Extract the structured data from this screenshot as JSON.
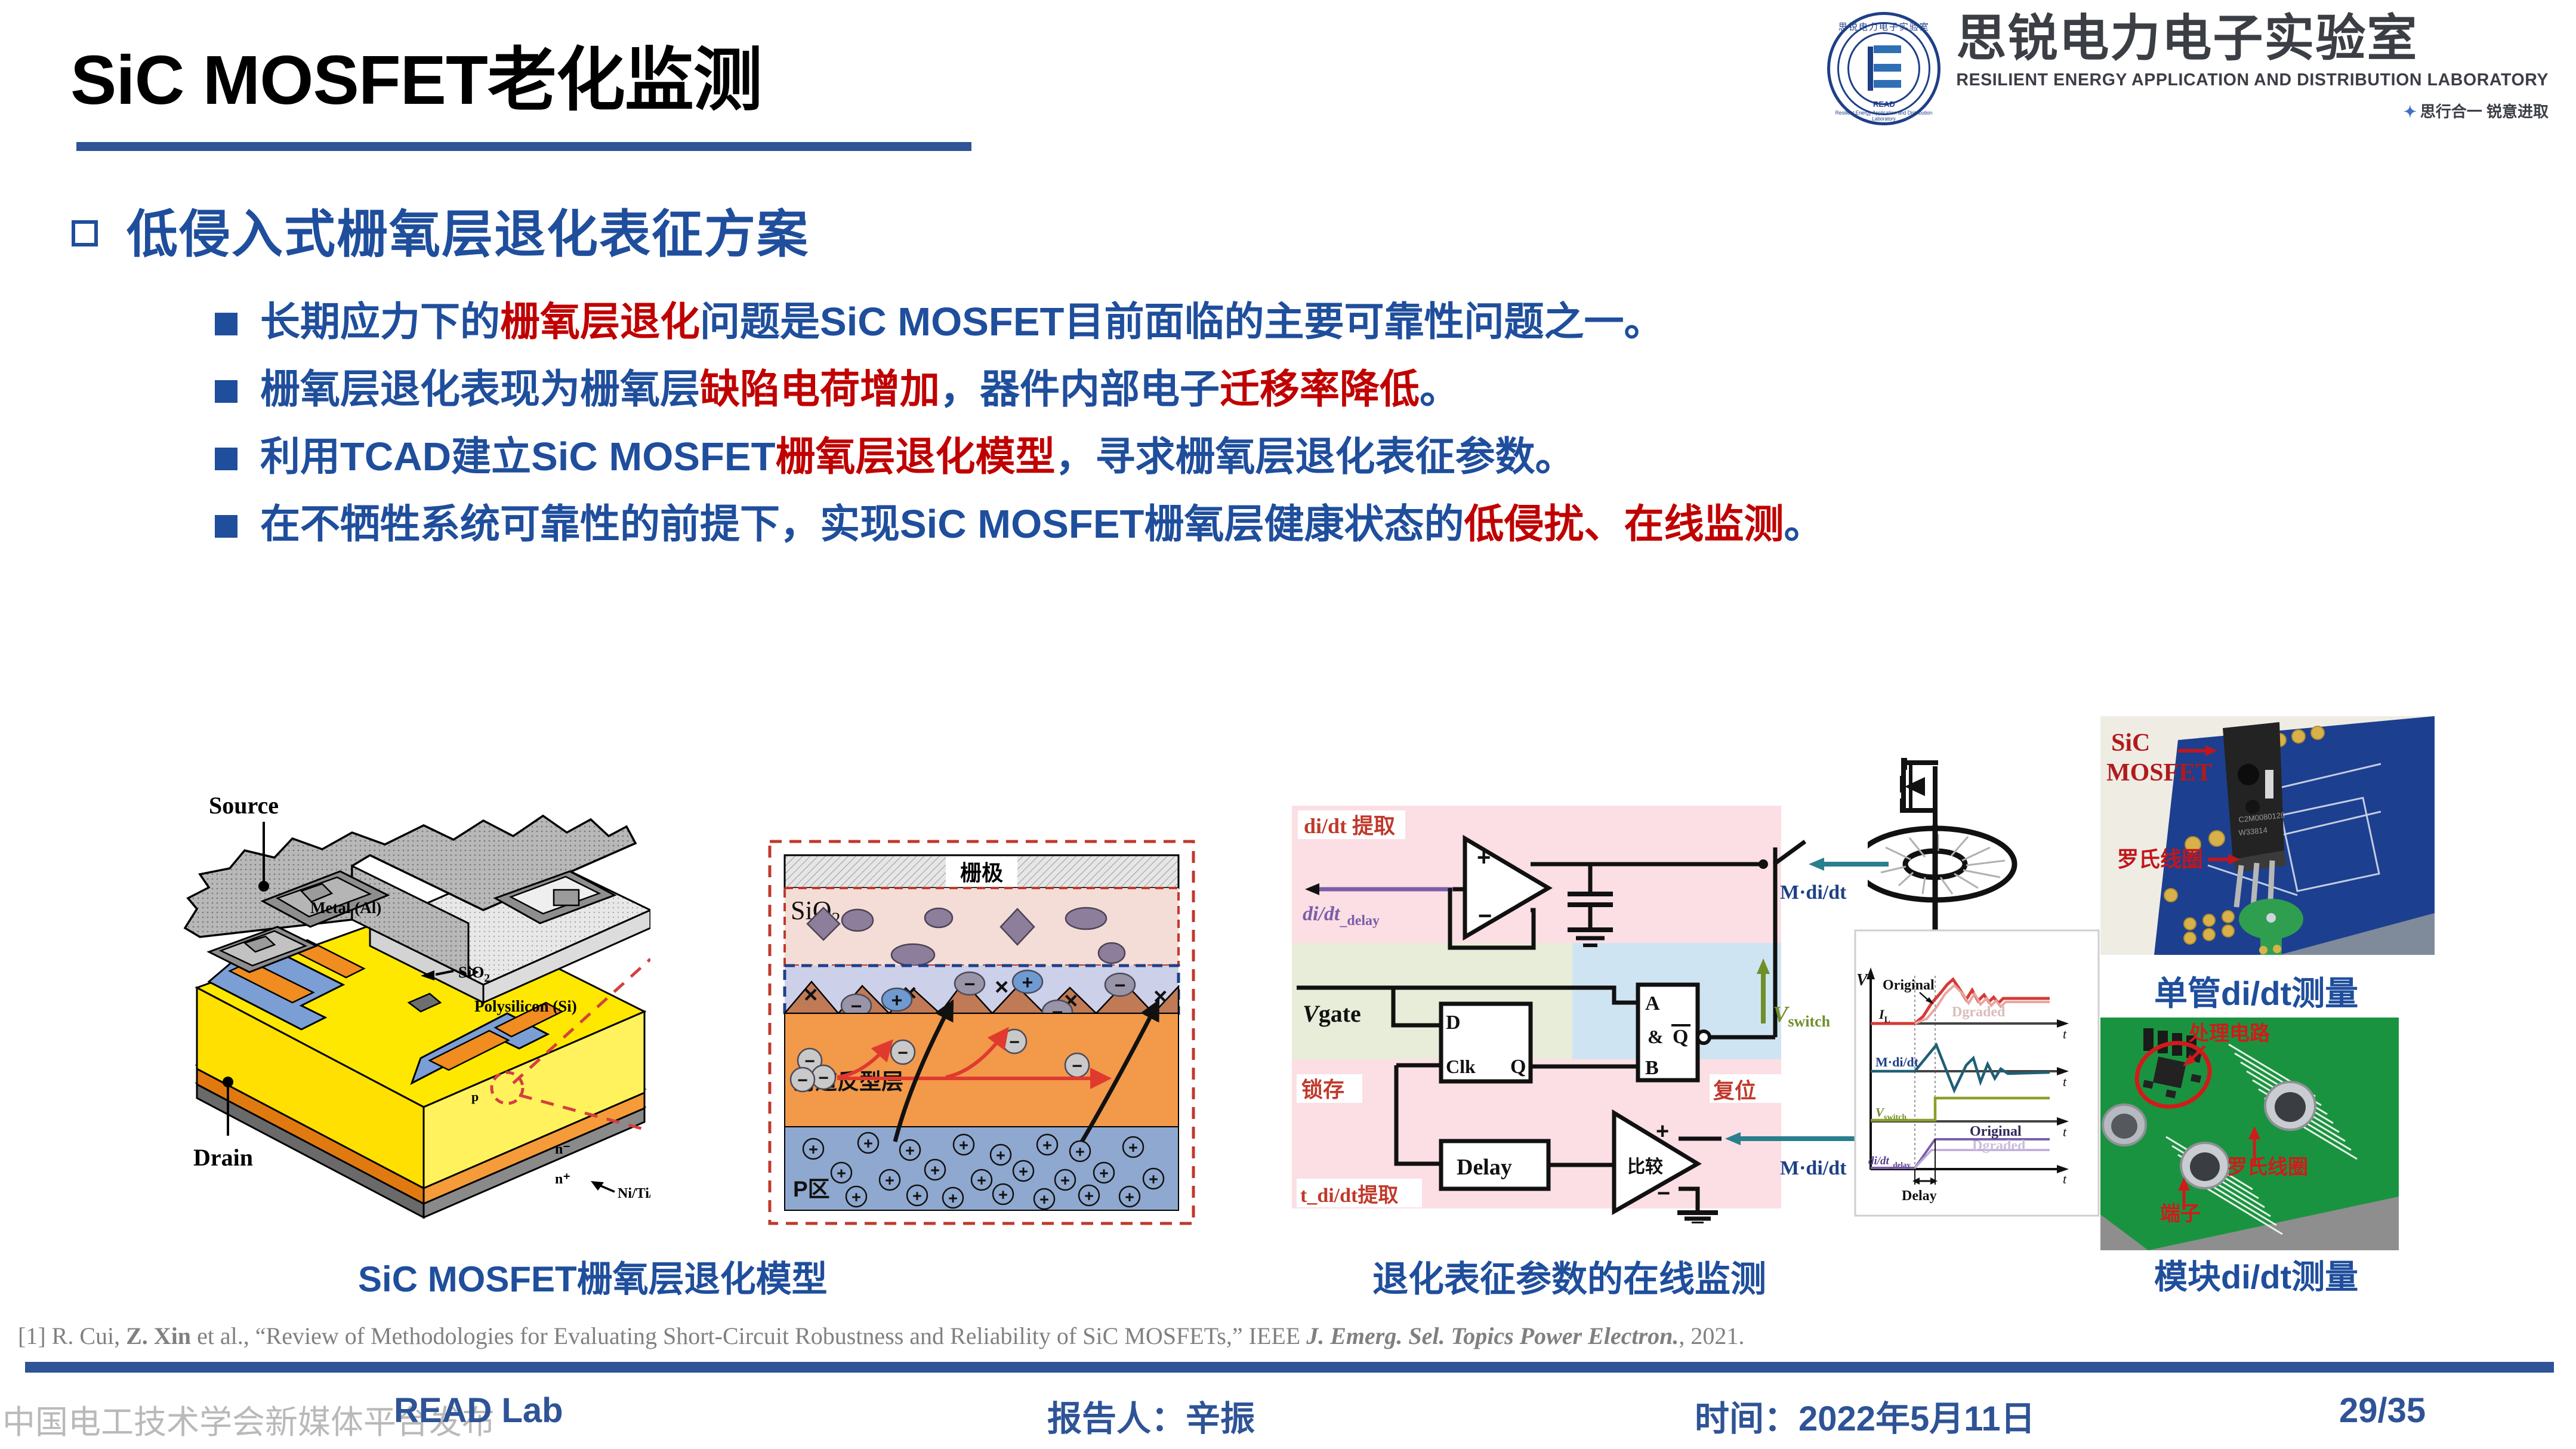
{
  "header": {
    "title": "SiC MOSFET老化监测",
    "logo": {
      "seal_cn": "思锐电力电子实验室",
      "seal_read": "READ",
      "seal_en": "Resilient Energy Application and Distribution Laboratory",
      "name_cn": "思锐电力电子实验室",
      "name_en": "RESILIENT ENERGY APPLICATION AND DISTRIBUTION LABORATORY",
      "slogan": "思行合一  锐意进取",
      "slogan_marker": "✦"
    }
  },
  "section": {
    "bullet_glyph": "❑",
    "heading": "低侵入式栅氧层退化表征方案"
  },
  "bullets": [
    {
      "parts": [
        {
          "t": "长期应力下的",
          "hl": false
        },
        {
          "t": "栅氧层退化",
          "hl": true
        },
        {
          "t": "问题是SiC MOSFET目前面临的主要可靠性问题之一。",
          "hl": false
        }
      ]
    },
    {
      "parts": [
        {
          "t": "栅氧层退化表现为栅氧层",
          "hl": false
        },
        {
          "t": "缺陷电荷增加",
          "hl": true
        },
        {
          "t": "，器件内部电子",
          "hl": false
        },
        {
          "t": "迁移率降低",
          "hl": true
        },
        {
          "t": "。",
          "hl": false
        }
      ]
    },
    {
      "parts": [
        {
          "t": "利用TCAD建立SiC MOSFET",
          "hl": false
        },
        {
          "t": "栅氧层退化模型",
          "hl": true
        },
        {
          "t": "，寻求栅氧层退化表征参数。",
          "hl": false
        }
      ]
    },
    {
      "parts": [
        {
          "t": "在不牺牲系统可靠性的前提下，实现SiC MOSFET栅氧层健康状态的",
          "hl": false
        },
        {
          "t": "低侵扰、在线监测",
          "hl": true
        },
        {
          "t": "。",
          "hl": false
        }
      ]
    }
  ],
  "figures": {
    "mosfet_structure": {
      "labels": {
        "source": "Source",
        "drain": "Drain",
        "metal": "Metal (Al)",
        "sio2": "SiO",
        "sio2_sub": "2",
        "polysilicon": "Polysilicon (Si)",
        "p": "p",
        "n_minus": "n⁻",
        "n_plus": "n⁺",
        "contact": "Ni/Ti/Ag"
      }
    },
    "oxide_inset": {
      "gate": "栅极",
      "sio2": "SiO",
      "sio2_sub": "2",
      "channel": "沟道反型层",
      "pregion": "P区",
      "minus": "−",
      "plus": "+",
      "defect": "×"
    },
    "circuit": {
      "band_didt": "di/dt 提取",
      "band_latch": "锁存",
      "band_tdidt": "t_di/dt提取",
      "band_reset": "复位",
      "label_didt_delay": "di/dt",
      "label_didt_delay_sub": "_delay",
      "label_vgate_italic": "V",
      "label_vgate_rest": "gate",
      "label_d": "D",
      "label_clk": "Clk",
      "label_q": "Q",
      "label_a": "A",
      "label_b": "B",
      "label_and": "&",
      "label_qbar": "Q",
      "label_delay": "Delay",
      "label_compare": "比较",
      "label_mdidt": "M·di/dt",
      "label_vswitch_italic": "V",
      "label_vswitch_sub": "switch"
    },
    "waveform": {
      "axis_v": "V",
      "axis_t": "t",
      "original": "Original",
      "degraded": "Dgraded",
      "il": "I",
      "il_sub": "L",
      "mdidt": "M·di/dt",
      "vswitch": "V",
      "vswitch_sub": "switch",
      "didt_delay": "di/dt",
      "didt_delay_sub": "_delay",
      "delay": "Delay"
    },
    "photo_single": {
      "ann_sic_mosfet": "SiC\nMOSFET",
      "ann_sic": "SiC",
      "ann_mosfet": "MOSFET",
      "ann_rogowski": "罗氏线圈",
      "arrow": "→"
    },
    "photo_module": {
      "ann_circuit": "处理电路",
      "ann_rogowski": "罗氏线圈",
      "ann_terminal": "端子"
    }
  },
  "captions": {
    "c1": "SiC MOSFET栅氧层退化模型",
    "c2": "退化表征参数的在线监测",
    "c3": "单管di/dt测量",
    "c4": "模块di/dt测量"
  },
  "reference": {
    "prefix": "[1] R. Cui, ",
    "bold1": "Z. Xin",
    "mid": " et al., “Review of Methodologies for Evaluating Short-Circuit Robustness and Reliability of SiC MOSFETs,” IEEE ",
    "italic": "J. Emerg. Sel. Topics Power Electron.",
    "suffix": ", 2021."
  },
  "footer": {
    "lab": "READ Lab",
    "speaker": "报告人：辛振",
    "date": "时间：2022年5月11日",
    "page": "29/35",
    "watermark": "中国电工技术学会新媒体平台发布"
  },
  "colors": {
    "brand_blue": "#2e5396",
    "heading_blue": "#1f4e9c",
    "highlight_red": "#c00000",
    "gray_text": "#808080"
  }
}
